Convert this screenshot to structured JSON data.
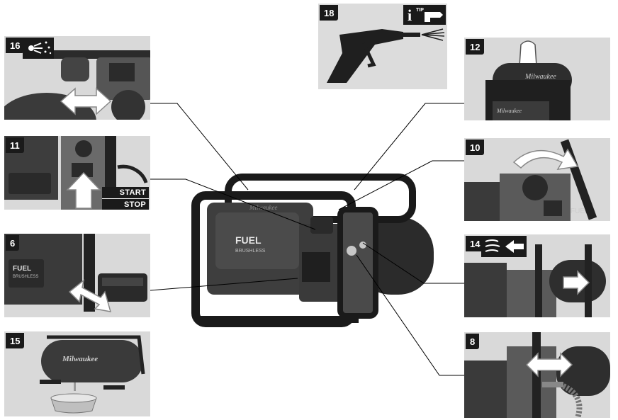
{
  "panels": {
    "p16": {
      "number": "16"
    },
    "p11": {
      "number": "11",
      "start_label": "START",
      "stop_label": "STOP"
    },
    "p6": {
      "number": "6",
      "brand_line1": "FUEL",
      "brand_line2": "BRUSHLESS"
    },
    "p15": {
      "number": "15",
      "brand": "Milwaukee"
    },
    "p18": {
      "number": "18",
      "tip_label": "TIP"
    },
    "p12": {
      "number": "12",
      "brand": "Milwaukee"
    },
    "p10": {
      "number": "10",
      "brand": "FUEL"
    },
    "p14": {
      "number": "14"
    },
    "p8": {
      "number": "8"
    }
  },
  "main": {
    "brand_line1": "FUEL",
    "brand_line2": "BRUSHLESS",
    "tank_brand": "Milwaukee"
  },
  "icons": {
    "p16_icon": "dust-clean-icon",
    "p18_icon": "info-hand-icon",
    "p14_icon": "air-flow-icon"
  }
}
